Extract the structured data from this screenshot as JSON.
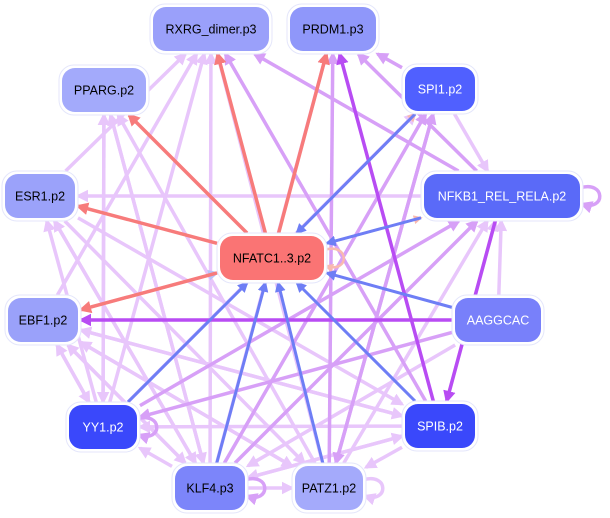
{
  "diagram": {
    "type": "directed-network",
    "title": "",
    "nodes": [
      {
        "id": "RXRG",
        "label": "RXRG_dimer.p3",
        "fill": "#9aa0fa",
        "text": "#000000"
      },
      {
        "id": "PRDM1",
        "label": "PRDM1.p3",
        "fill": "#8f97fa",
        "text": "#000000"
      },
      {
        "id": "PPARG",
        "label": "PPARG.p2",
        "fill": "#a3aafb",
        "text": "#000000"
      },
      {
        "id": "SPI1",
        "label": "SPI1.p2",
        "fill": "#5060ff",
        "text": "#ffffff"
      },
      {
        "id": "ESR1",
        "label": "ESR1.p2",
        "fill": "#9ba2fa",
        "text": "#000000"
      },
      {
        "id": "NFKB1",
        "label": "NFKB1_REL_RELA.p2",
        "fill": "#5a6af8",
        "text": "#ffffff"
      },
      {
        "id": "NFATC",
        "label": "NFATC1..3.p2",
        "fill": "#fa7474",
        "text": "#000000"
      },
      {
        "id": "EBF1",
        "label": "EBF1.p2",
        "fill": "#9aa1fa",
        "text": "#000000"
      },
      {
        "id": "AAGGCAC",
        "label": "AAGGCAC",
        "fill": "#7880fa",
        "text": "#ffffff"
      },
      {
        "id": "YY1",
        "label": "YY1.p2",
        "fill": "#3a48fb",
        "text": "#ffffff"
      },
      {
        "id": "SPIB",
        "label": "SPIB.p2",
        "fill": "#3a48fb",
        "text": "#ffffff"
      },
      {
        "id": "KLF4",
        "label": "KLF4.p3",
        "fill": "#7c85fa",
        "text": "#000000"
      },
      {
        "id": "PATZ1",
        "label": "PATZ1.p2",
        "fill": "#a4aafb",
        "text": "#000000"
      }
    ],
    "edge_colors": {
      "light": "#e8c6fb",
      "medium": "#d7a0f7",
      "strong": "#b84cf3",
      "red": "#f77b7b",
      "lightred": "#f9b9b0",
      "blue": "#6e7ef5",
      "lightblue": "#b8c4f8"
    },
    "edges": [
      {
        "from": "NFATC",
        "to": "RXRG",
        "color": "red"
      },
      {
        "from": "NFATC",
        "to": "PRDM1",
        "color": "red"
      },
      {
        "from": "NFATC",
        "to": "PPARG",
        "color": "red"
      },
      {
        "from": "NFATC",
        "to": "ESR1",
        "color": "red"
      },
      {
        "from": "NFATC",
        "to": "EBF1",
        "color": "red"
      },
      {
        "from": "NFATC",
        "to": "SPI1",
        "color": "lightred"
      },
      {
        "from": "NFATC",
        "to": "NFKB1",
        "color": "lightred"
      },
      {
        "from": "NFATC",
        "to": "NFATC",
        "color": "lightred"
      },
      {
        "from": "SPI1",
        "to": "NFATC",
        "color": "blue"
      },
      {
        "from": "NFKB1",
        "to": "NFATC",
        "color": "blue"
      },
      {
        "from": "AAGGCAC",
        "to": "NFATC",
        "color": "blue"
      },
      {
        "from": "SPIB",
        "to": "NFATC",
        "color": "blue"
      },
      {
        "from": "YY1",
        "to": "NFATC",
        "color": "blue"
      },
      {
        "from": "KLF4",
        "to": "NFATC",
        "color": "blue"
      },
      {
        "from": "PATZ1",
        "to": "NFATC",
        "color": "blue"
      },
      {
        "from": "EBF1",
        "to": "NFATC",
        "color": "lightblue"
      },
      {
        "from": "AAGGCAC",
        "to": "EBF1",
        "color": "strong"
      },
      {
        "from": "NFKB1",
        "to": "SPIB",
        "color": "strong"
      },
      {
        "from": "SPIB",
        "to": "PRDM1",
        "color": "strong"
      },
      {
        "from": "NFKB1",
        "to": "RXRG",
        "color": "medium"
      },
      {
        "from": "NFKB1",
        "to": "PRDM1",
        "color": "medium"
      },
      {
        "from": "SPI1",
        "to": "PRDM1",
        "color": "medium"
      },
      {
        "from": "NFKB1",
        "to": "NFKB1",
        "color": "medium"
      },
      {
        "from": "YY1",
        "to": "YY1",
        "color": "medium"
      },
      {
        "from": "KLF4",
        "to": "KLF4",
        "color": "medium"
      },
      {
        "from": "PATZ1",
        "to": "PATZ1",
        "color": "light"
      },
      {
        "from": "SPI1",
        "to": "NFKB1",
        "color": "light"
      },
      {
        "from": "NFKB1",
        "to": "ESR1",
        "color": "light"
      },
      {
        "from": "YY1",
        "to": "RXRG",
        "color": "light"
      },
      {
        "from": "KLF4",
        "to": "RXRG",
        "color": "light"
      },
      {
        "from": "PATZ1",
        "to": "RXRG",
        "color": "light"
      },
      {
        "from": "EBF1",
        "to": "RXRG",
        "color": "light"
      },
      {
        "from": "ESR1",
        "to": "RXRG",
        "color": "light"
      },
      {
        "from": "SPIB",
        "to": "RXRG",
        "color": "medium"
      },
      {
        "from": "KLF4",
        "to": "PRDM1",
        "color": "light"
      },
      {
        "from": "PATZ1",
        "to": "PRDM1",
        "color": "medium"
      },
      {
        "from": "YY1",
        "to": "PPARG",
        "color": "light"
      },
      {
        "from": "KLF4",
        "to": "PPARG",
        "color": "light"
      },
      {
        "from": "PATZ1",
        "to": "PPARG",
        "color": "light"
      },
      {
        "from": "KLF4",
        "to": "ESR1",
        "color": "light"
      },
      {
        "from": "YY1",
        "to": "ESR1",
        "color": "light"
      },
      {
        "from": "KLF4",
        "to": "SPI1",
        "color": "medium"
      },
      {
        "from": "YY1",
        "to": "SPI1",
        "color": "light"
      },
      {
        "from": "PATZ1",
        "to": "SPI1",
        "color": "medium"
      },
      {
        "from": "KLF4",
        "to": "NFKB1",
        "color": "medium"
      },
      {
        "from": "YY1",
        "to": "NFKB1",
        "color": "medium"
      },
      {
        "from": "PATZ1",
        "to": "NFKB1",
        "color": "light"
      },
      {
        "from": "SPIB",
        "to": "NFKB1",
        "color": "light"
      },
      {
        "from": "AAGGCAC",
        "to": "NFKB1",
        "color": "light"
      },
      {
        "from": "ESR1",
        "to": "SPIB",
        "color": "light"
      },
      {
        "from": "EBF1",
        "to": "SPIB",
        "color": "light"
      },
      {
        "from": "KLF4",
        "to": "SPIB",
        "color": "light"
      },
      {
        "from": "SPIB",
        "to": "YY1",
        "color": "light"
      },
      {
        "from": "AAGGCAC",
        "to": "YY1",
        "color": "medium"
      },
      {
        "from": "EBF1",
        "to": "YY1",
        "color": "light"
      },
      {
        "from": "PPARG",
        "to": "YY1",
        "color": "light"
      },
      {
        "from": "KLF4",
        "to": "YY1",
        "color": "light"
      },
      {
        "from": "SPIB",
        "to": "KLF4",
        "color": "light"
      },
      {
        "from": "AAGGCAC",
        "to": "KLF4",
        "color": "light"
      },
      {
        "from": "EBF1",
        "to": "KLF4",
        "color": "light"
      },
      {
        "from": "ESR1",
        "to": "KLF4",
        "color": "light"
      },
      {
        "from": "PPARG",
        "to": "KLF4",
        "color": "light"
      },
      {
        "from": "KLF4",
        "to": "PATZ1",
        "color": "light"
      },
      {
        "from": "SPIB",
        "to": "PATZ1",
        "color": "light"
      },
      {
        "from": "EBF1",
        "to": "PATZ1",
        "color": "light"
      },
      {
        "from": "ESR1",
        "to": "PATZ1",
        "color": "light"
      },
      {
        "from": "SPI1",
        "to": "PATZ1",
        "color": "medium"
      },
      {
        "from": "YY1",
        "to": "EBF1",
        "color": "light"
      },
      {
        "from": "KLF4",
        "to": "EBF1",
        "color": "light"
      },
      {
        "from": "PATZ1",
        "to": "EBF1",
        "color": "light"
      },
      {
        "from": "SPIB",
        "to": "EBF1",
        "color": "light"
      }
    ]
  }
}
